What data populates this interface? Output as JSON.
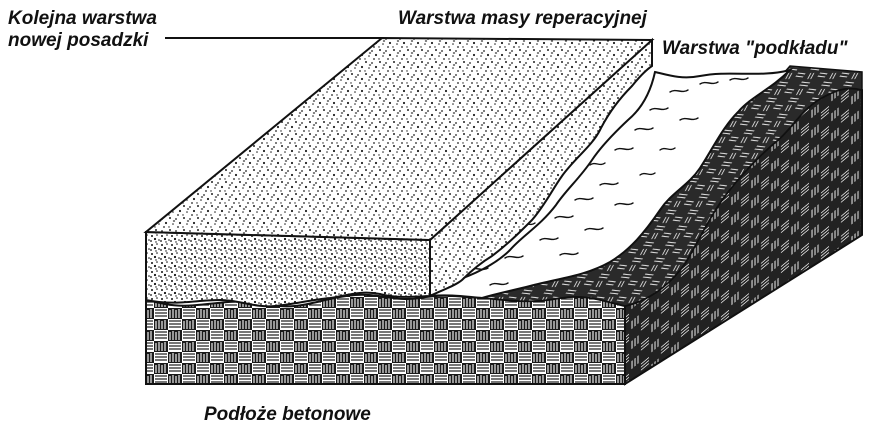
{
  "labels": {
    "next_floor_layer_line1": "Kolejna warstwa",
    "next_floor_layer_line2": "nowej posadzki",
    "repair_mass_layer": "Warstwa masy reperacyjnej",
    "primer_layer": "Warstwa \"podkładu\"",
    "concrete_base": "Podłoże betonowe"
  },
  "colors": {
    "ink": "#111111",
    "paper": "#ffffff",
    "concrete_fill": "#2a2a2a"
  }
}
